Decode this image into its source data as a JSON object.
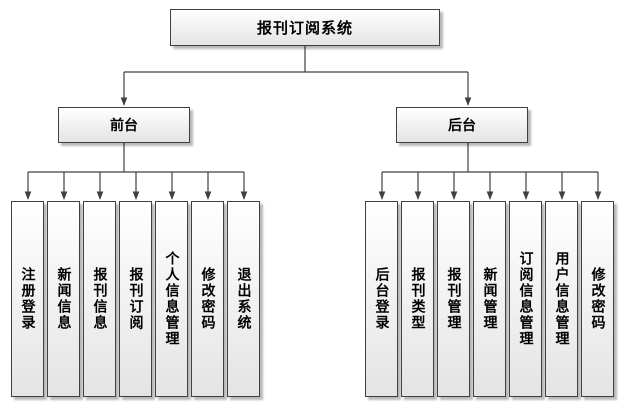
{
  "root": {
    "label": "报刊订阅系统"
  },
  "frontend": {
    "label": "前台",
    "modules": [
      {
        "label": "注册登录"
      },
      {
        "label": "新闻信息"
      },
      {
        "label": "报刊信息"
      },
      {
        "label": "报刊订阅"
      },
      {
        "label": "个人信息管理"
      },
      {
        "label": "修改密码"
      },
      {
        "label": "退出系统"
      }
    ]
  },
  "backend": {
    "label": "后台",
    "modules": [
      {
        "label": "后台登录"
      },
      {
        "label": "报刊类型"
      },
      {
        "label": "报刊管理"
      },
      {
        "label": "新闻管理"
      },
      {
        "label": "订阅信息管理"
      },
      {
        "label": "用户信息管理"
      },
      {
        "label": "修改密码"
      }
    ]
  }
}
